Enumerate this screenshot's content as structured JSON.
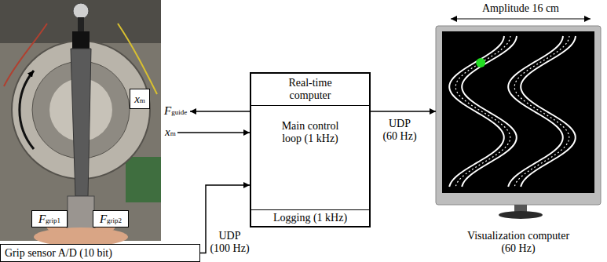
{
  "diagram": {
    "nodes": [
      {
        "text": [
          "xm"
        ]
      },
      {
        "text": [
          "Fgrip1"
        ]
      },
      {
        "text": [
          "Fgrip2"
        ]
      },
      {
        "text": [
          "Grip sensor A/D (10 bit)"
        ]
      },
      {
        "text": [
          "Real-time computer",
          "Main control loop (1 kHz)",
          "Logging (1 kHz)"
        ]
      },
      {
        "text": [
          "Visualization computer (60 Hz)"
        ]
      }
    ],
    "edges": [
      {
        "from": 3,
        "to": 4,
        "arrow": "to",
        "label": "UDP (100 Hz)"
      },
      {
        "from": 4,
        "to": 5,
        "arrow": "to",
        "label": "UDP (60 Hz)"
      }
    ],
    "labels": [
      "Fguide",
      "xm",
      "Amplitude 16 cm"
    ]
  }
}
